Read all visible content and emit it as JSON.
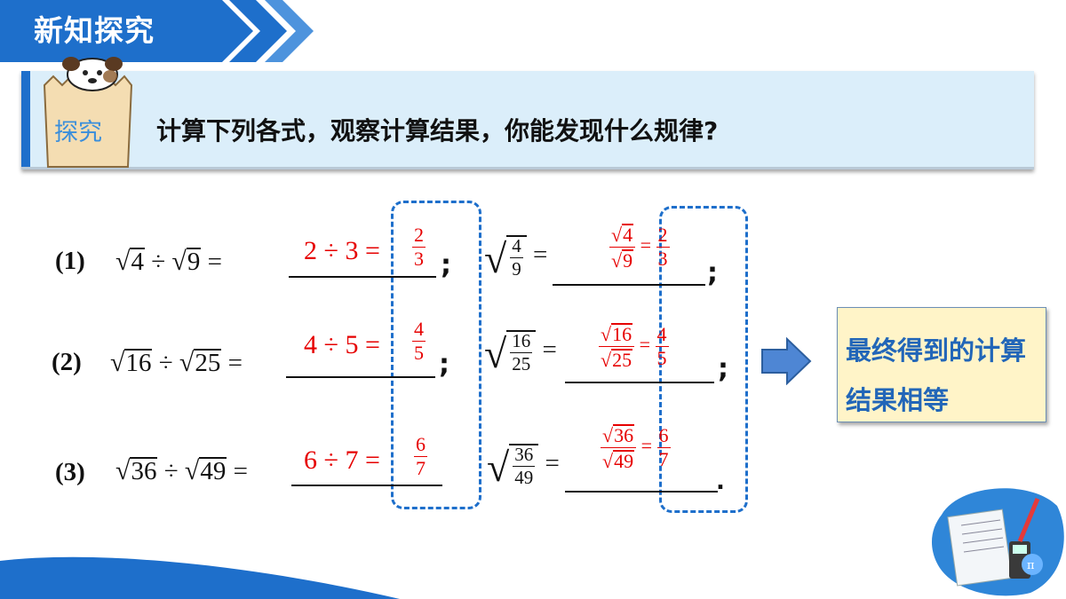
{
  "header": {
    "title": "新知探究"
  },
  "prompt": {
    "badge": "探究",
    "text": "计算下列各式，观察计算结果，你能发现什么规律?"
  },
  "rows": [
    {
      "label": "(1)",
      "a": "4",
      "b": "9",
      "ans_int": "2 ÷ 3 =",
      "fn": "2",
      "fd": "3",
      "sqn": "4",
      "sqd": "9",
      "end": ";"
    },
    {
      "label": "(2)",
      "a": "16",
      "b": "25",
      "ans_int": "4 ÷ 5 =",
      "fn": "4",
      "fd": "5",
      "sqn": "16",
      "sqd": "25",
      "end": ";"
    },
    {
      "label": "(3)",
      "a": "36",
      "b": "49",
      "ans_int": "6 ÷ 7 =",
      "fn": "6",
      "fd": "7",
      "sqn": "36",
      "sqd": "49",
      "end": "."
    }
  ],
  "symbols": {
    "div": "÷",
    "eq": "=",
    "semicolon": ";"
  },
  "conclusion": {
    "text": "最终得到的计算结果相等"
  },
  "icons": [
    "chevron-right-icon",
    "dog-icon",
    "paper-bag-icon",
    "arrow-right-icon",
    "math-stationery-icon"
  ],
  "colors": {
    "brand": "#1e6fcb",
    "answer": "#e60000",
    "conclusion_text": "#2266b8",
    "conclusion_bg": "#fff4c8"
  }
}
